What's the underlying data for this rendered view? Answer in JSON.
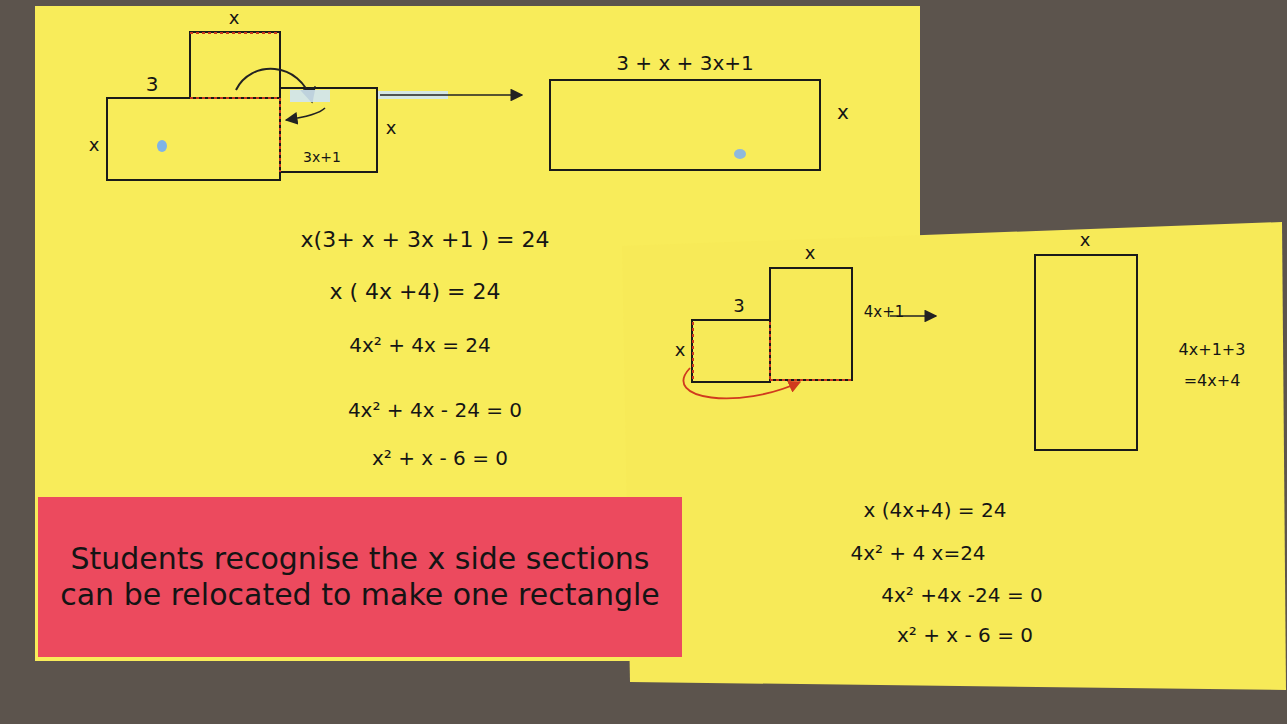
{
  "diagram": {
    "nodes": [
      {
        "text": [
          "Students recognise the x side sections can be relocated to make one rectangle"
        ]
      }
    ],
    "labels": [
      "3",
      "x",
      "x",
      "x",
      "3x+1",
      "3 + x + 3x+1",
      "x",
      "x(3+ x + 3x +1 ) = 24",
      "x ( 4x +4) = 24",
      "4x² + 4x = 24",
      "4x² + 4x - 24 = 0",
      "x² + x - 6 = 0",
      "x",
      "3",
      "4x+1",
      "x",
      "x",
      "4x+1+3",
      "=4x+4",
      "x (4x+4) = 24",
      "4x² + 4 x=24",
      "4x² +4x -24 = 0",
      "x² + x - 6 = 0"
    ]
  }
}
